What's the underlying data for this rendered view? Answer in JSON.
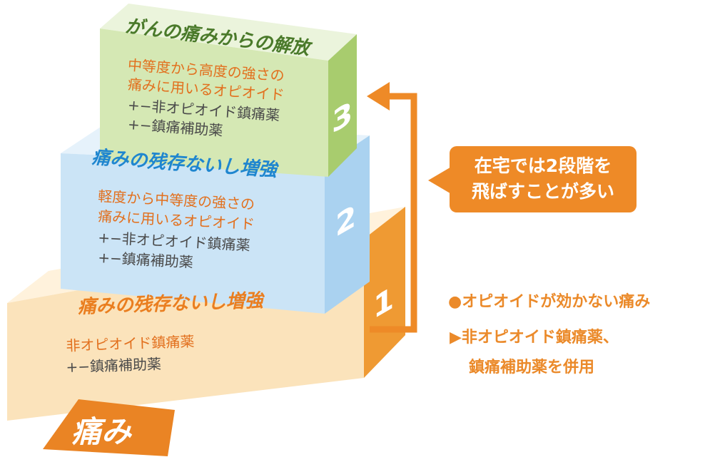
{
  "colors": {
    "step1_front": "#fbe3bb",
    "step1_side": "#ef9a33",
    "step2_front": "#cbe4f6",
    "step2_side": "#aad2f0",
    "step3_front": "#d5e8b4",
    "step3_side": "#a8cc6e",
    "accent_orange": "#ee8a27",
    "title_blue": "#1f86cf",
    "title_green": "#4a7a2a",
    "title_orange": "#ea7e1f"
  },
  "steps": [
    {
      "number": "1",
      "title": "痛みの残存ないし増強",
      "lines": [
        "非オピオイド鎮痛薬",
        "+−鎮痛補助薬"
      ]
    },
    {
      "number": "2",
      "title": "痛みの残存ないし増強",
      "lines": [
        "軽度から中等度の強さの",
        "痛みに用いるオピオイド",
        "+−非オピオイド鎮痛薬",
        "+−鎮痛補助薬"
      ]
    },
    {
      "number": "3",
      "title": "がんの痛みからの解放",
      "lines": [
        "中等度から高度の強さの",
        "痛みに用いるオピオイド",
        "+−非オピオイド鎮痛薬",
        "+−鎮痛補助薬"
      ]
    }
  ],
  "base_label": "痛み",
  "callout": {
    "line1": "在宅では2段階を",
    "line2": "飛ばすことが多い"
  },
  "note": {
    "bullet_line": "●オピオイドが効かない痛み",
    "arrow_line": "▶非オピオイド鎮痛薬、",
    "cont_line": "鎮痛補助薬を併用"
  }
}
